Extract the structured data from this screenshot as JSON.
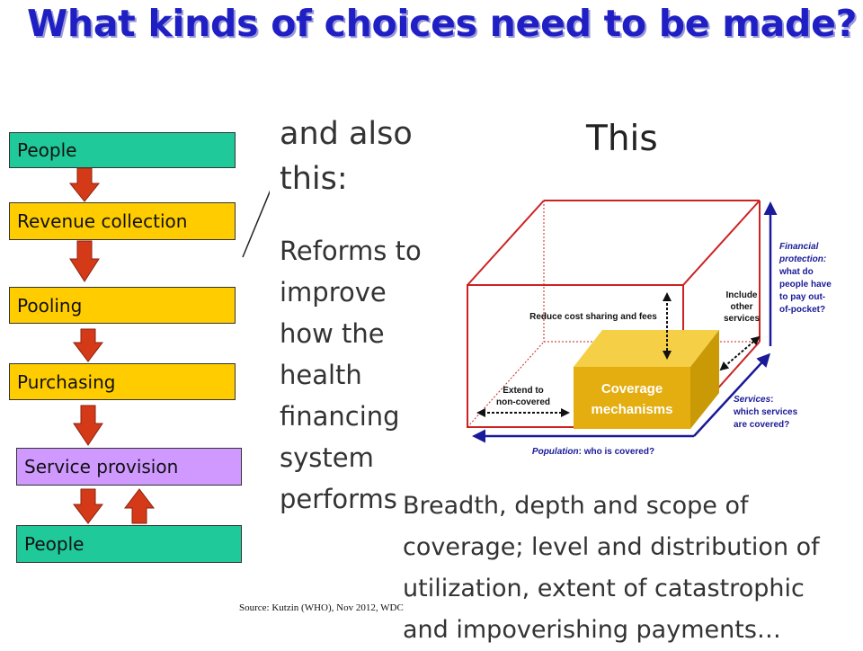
{
  "title": "What kinds of choices need to be made?",
  "flow": {
    "steps": [
      "People",
      "Revenue collection",
      "Pooling",
      "Purchasing",
      "Service provision",
      "People"
    ]
  },
  "middle": {
    "heading": "and also this:",
    "body": "Reforms to improve how the health financing system performs"
  },
  "cube": {
    "heading": "This",
    "center": "Coverage mechanisms",
    "reduce": "Reduce cost sharing and fees",
    "extend": "Extend to non-covered",
    "include": "Include other services",
    "population": "Population: who is covered?",
    "services": "Services: which services are covered?",
    "financial": "Financial protection: what do people have to pay out-of-pocket?"
  },
  "bottom_text": "Breadth, depth and scope of coverage; level and distribution of utilization, extent of catastrophic and impoverishing payments…",
  "source": "Source: Kutzin (WHO), Nov 2012, WDC",
  "colors": {
    "title": "#1f1fc4",
    "green": "#1fc99a",
    "yellow": "#ffcc00",
    "purple": "#cf99ff",
    "arrow": "#d43a17",
    "cube": "#cc2222",
    "axis": "#1a1a9a"
  }
}
